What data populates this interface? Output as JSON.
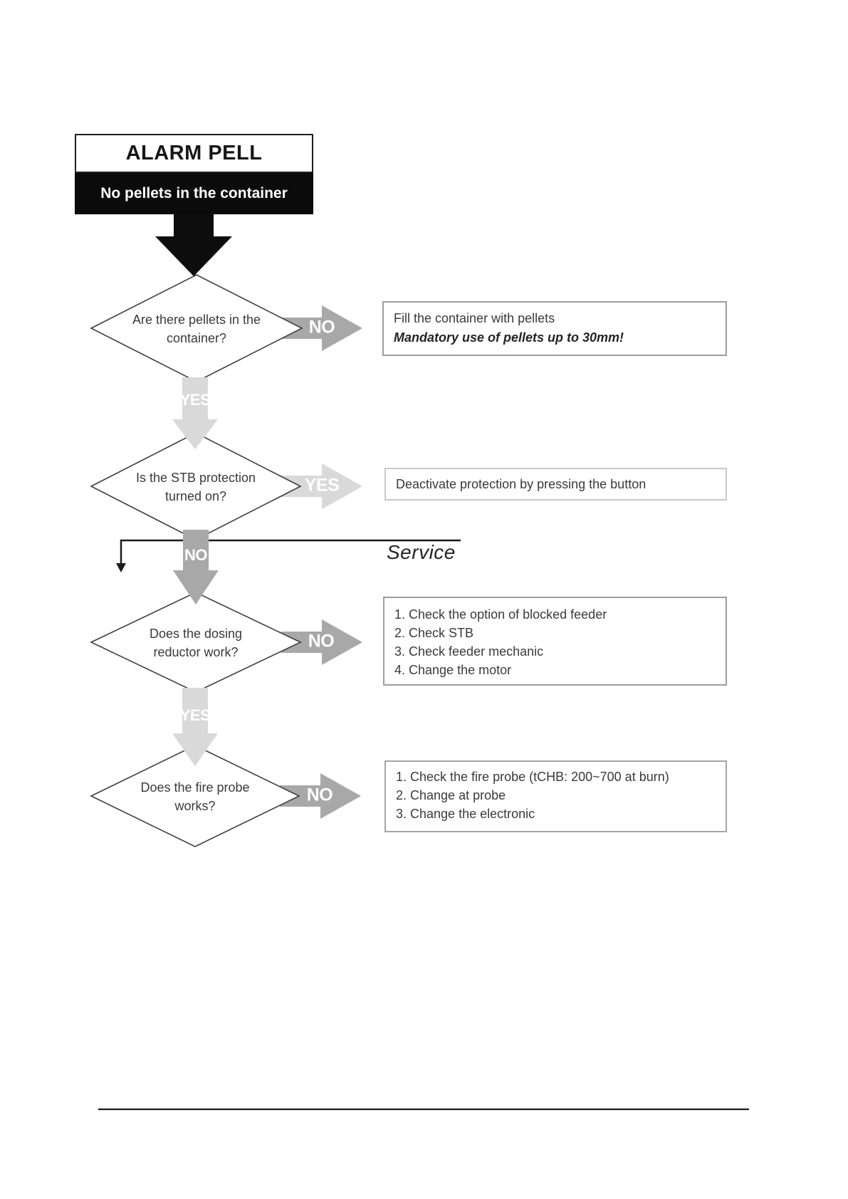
{
  "header": {
    "title": "ALARM PELL",
    "subtitle": "No pellets in the container"
  },
  "colors": {
    "arrow_dark": "#0d0d0d",
    "arrow_no": "#a8a8a8",
    "arrow_yes": "#d9d9d9",
    "diamond_stroke": "#3f3f3f",
    "line_dark": "#1c1c1c"
  },
  "flow": {
    "decisions": [
      {
        "question": "Are there pellets in the container?",
        "side_label": "NO",
        "down_label": "YES"
      },
      {
        "question": "Is the STB protection turned on?",
        "side_label": "YES",
        "down_label": "NO"
      },
      {
        "question": "Does the dosing reductor work?",
        "side_label": "NO",
        "down_label": "YES"
      },
      {
        "question": "Does the fire probe works?",
        "side_label": "NO"
      }
    ],
    "actions": [
      {
        "line1": "Fill the container with pellets",
        "line2": "Mandatory use of pellets up to 30mm!"
      },
      {
        "line1": "Deactivate protection by pressing the button"
      },
      {
        "items": [
          "1. Check the option of blocked feeder",
          "2. Check STB",
          "3. Check feeder mechanic",
          "4. Change the motor"
        ]
      },
      {
        "items": [
          "1. Check the fire probe (tCHB: 200~700 at burn)",
          "2. Change at probe",
          "3. Change the electronic"
        ]
      }
    ],
    "service_label": "Service"
  }
}
